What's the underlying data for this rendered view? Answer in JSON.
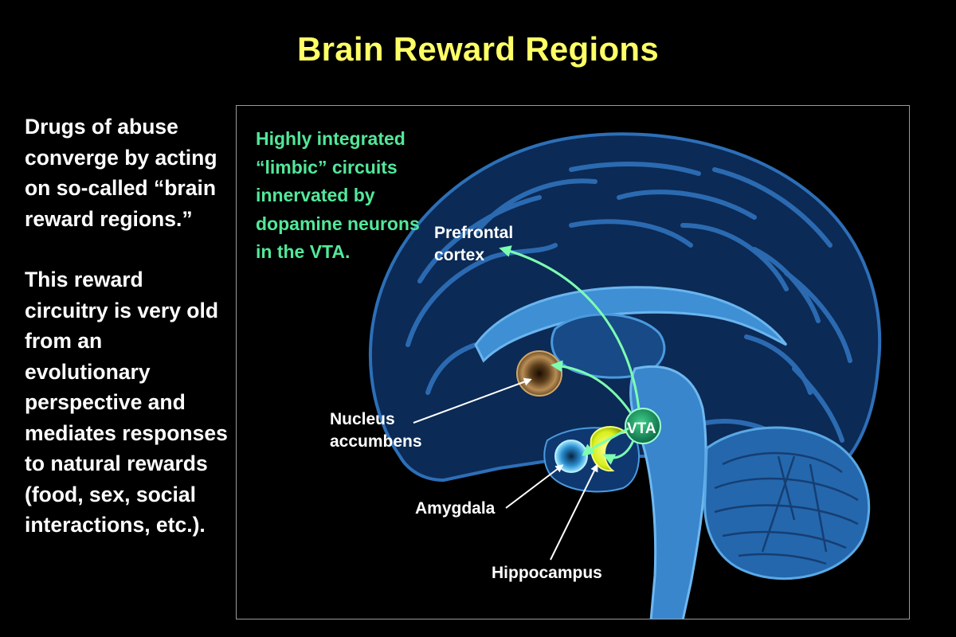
{
  "slide": {
    "title": "Brain Reward Regions",
    "left_paragraphs": [
      "Drugs of abuse converge by acting on so-called “brain reward regions.”",
      "This reward circuitry is very old from an evolutionary perspective and mediates responses to natural rewards (food, sex, social interactions, etc.)."
    ]
  },
  "figure": {
    "caption": "Highly integrated “limbic” circuits innervated by dopamine neurons in the VTA.",
    "labels": {
      "prefrontal_line1": "Prefrontal",
      "prefrontal_line2": "cortex",
      "nucleus_line1": "Nucleus",
      "nucleus_line2": "accumbens",
      "amygdala": "Amygdala",
      "hippocampus": "Hippocampus",
      "vta": "VTA"
    },
    "colors": {
      "title": "#ffff66",
      "caption": "#52e89a",
      "arrow": "#7dffb0",
      "brain_dark": "#0d2c58",
      "brain_light": "#3f8fd4",
      "nucleus": "#a07a45",
      "hippocampus": "#e8ff3a"
    }
  }
}
